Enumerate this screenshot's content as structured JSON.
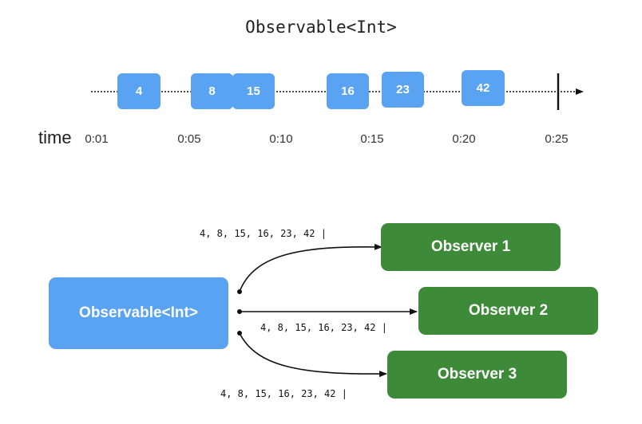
{
  "marble_diagram": {
    "title": "Observable<Int>",
    "time_word": "time",
    "marbles": [
      {
        "value": "4"
      },
      {
        "value": "8"
      },
      {
        "value": "15"
      },
      {
        "value": "16"
      },
      {
        "value": "23"
      },
      {
        "value": "42"
      }
    ],
    "time_labels": [
      "0:01",
      "0:05",
      "0:10",
      "0:15",
      "0:20",
      "0:25"
    ]
  },
  "subscription_diagram": {
    "source_label": "Observable<Int>",
    "observers": [
      {
        "label": "Observer 1",
        "stream": "4, 8, 15, 16, 23, 42 |"
      },
      {
        "label": "Observer 2",
        "stream": "4, 8, 15, 16, 23, 42 |"
      },
      {
        "label": "Observer 3",
        "stream": "4, 8, 15, 16, 23, 42 |"
      }
    ]
  },
  "colors": {
    "marble": "#5aa2f2",
    "observable_box": "#5aa2f2",
    "observer_box": "#3d8a38",
    "line": "#111111"
  }
}
